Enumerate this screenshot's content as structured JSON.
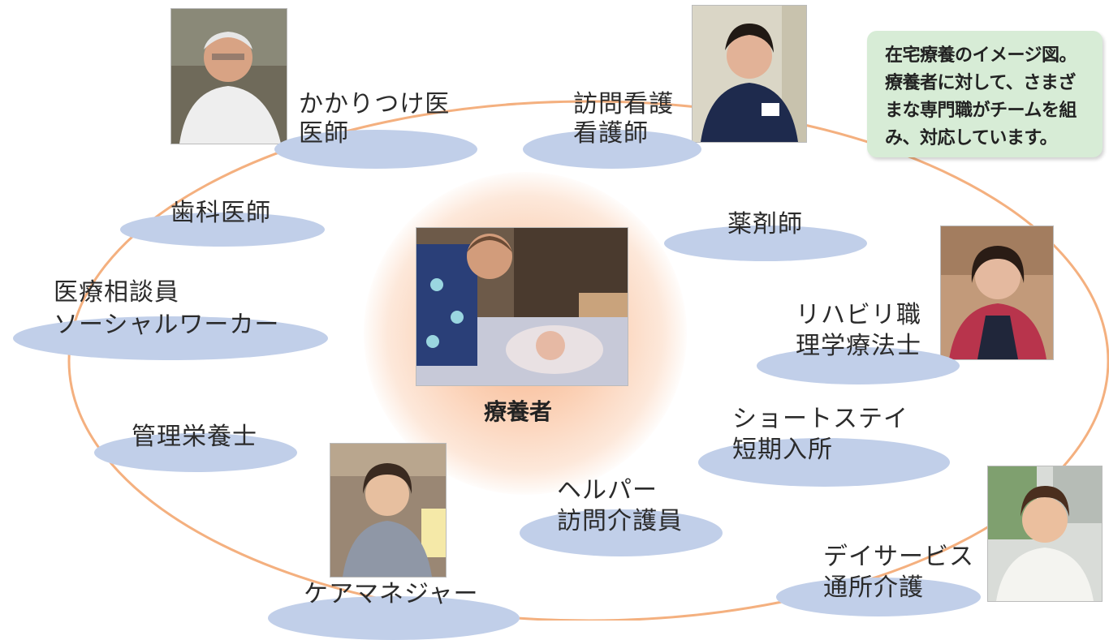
{
  "note": {
    "lines": [
      "在宅療養のイメージ図。",
      "療養者に対して、さまざ",
      "まな専門職がチームを組",
      "み、対応しています。"
    ]
  },
  "center": {
    "label": "療養者"
  },
  "roles": {
    "doctor": {
      "line1": "かかりつけ医",
      "line2": "医師"
    },
    "nurse": {
      "line1": "訪問看護",
      "line2": "看護師"
    },
    "dentist": {
      "line1": "歯科医師"
    },
    "pharmacist": {
      "line1": "薬剤師"
    },
    "social_worker": {
      "line1": "医療相談員",
      "line2": "ソーシャルワーカー"
    },
    "rehab": {
      "line1": "リハビリ職",
      "line2": "理学療法士"
    },
    "nutritionist": {
      "line1": "管理栄養士"
    },
    "short_stay": {
      "line1": "ショートステイ",
      "line2": "短期入所"
    },
    "helper": {
      "line1": "ヘルパー",
      "line2": "訪問介護員"
    },
    "day_service": {
      "line1": "デイサービス",
      "line2": "通所介護"
    },
    "care_manager": {
      "line1": "ケアマネジャー"
    }
  },
  "colors": {
    "ring": "#f4b07f",
    "label_bubble": "#c1cfe9",
    "note_bg": "#d7ecd6",
    "center_glow": "#f7b48c"
  }
}
